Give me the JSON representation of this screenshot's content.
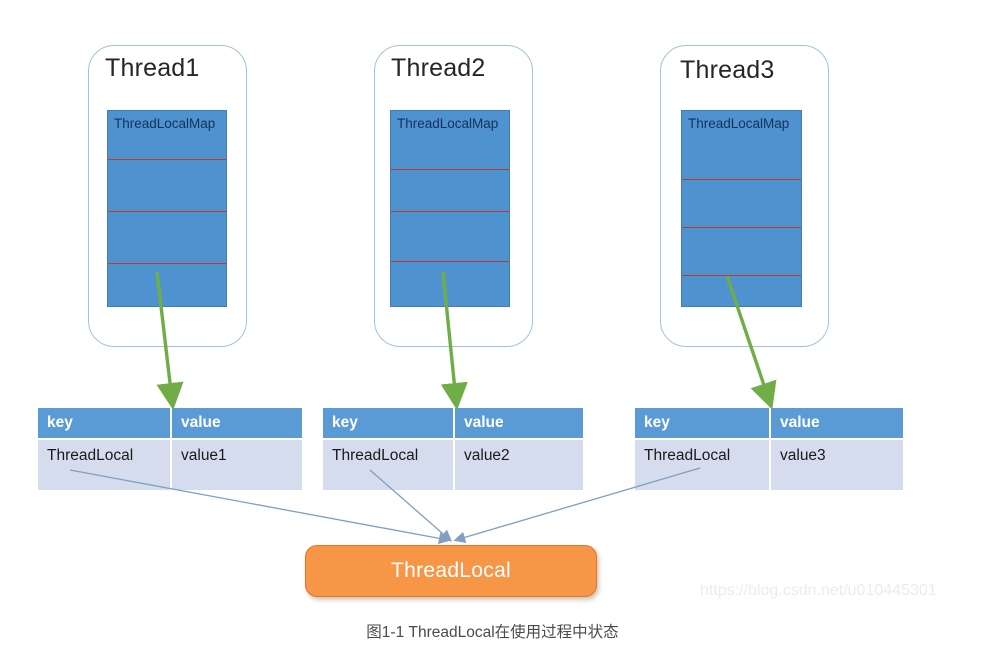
{
  "diagram": {
    "caption": "图1-1 ThreadLocal在使用过程中状态",
    "watermark": "https://blog.csdn.net/u010445301",
    "central_node": {
      "label": "ThreadLocal",
      "fill": "#f79646",
      "text_color": "#ffffff"
    },
    "colors": {
      "thread_card_border": "#9fc3e0",
      "map_fill": "#4e92cf",
      "map_divider": "#c0392b",
      "table_header": "#5b9bd5",
      "table_body": "#d5dced",
      "green_arrow": "#70ad47",
      "blue_arrow": "#7f9fc4",
      "background": "#ffffff"
    },
    "threads": [
      {
        "title": "Thread1",
        "map_label": "ThreadLocalMap",
        "map_slots": 4,
        "table": {
          "headers": [
            "key",
            "value"
          ],
          "row": [
            "ThreadLocal",
            "value1"
          ]
        }
      },
      {
        "title": "Thread2",
        "map_label": "ThreadLocalMap",
        "map_slots": 4,
        "table": {
          "headers": [
            "key",
            "value"
          ],
          "row": [
            "ThreadLocal",
            "value2"
          ]
        }
      },
      {
        "title": "Thread3",
        "map_label": "ThreadLocalMap",
        "map_slots": 4,
        "table": {
          "headers": [
            "key",
            "value"
          ],
          "row": [
            "ThreadLocal",
            "value3"
          ]
        }
      }
    ]
  }
}
